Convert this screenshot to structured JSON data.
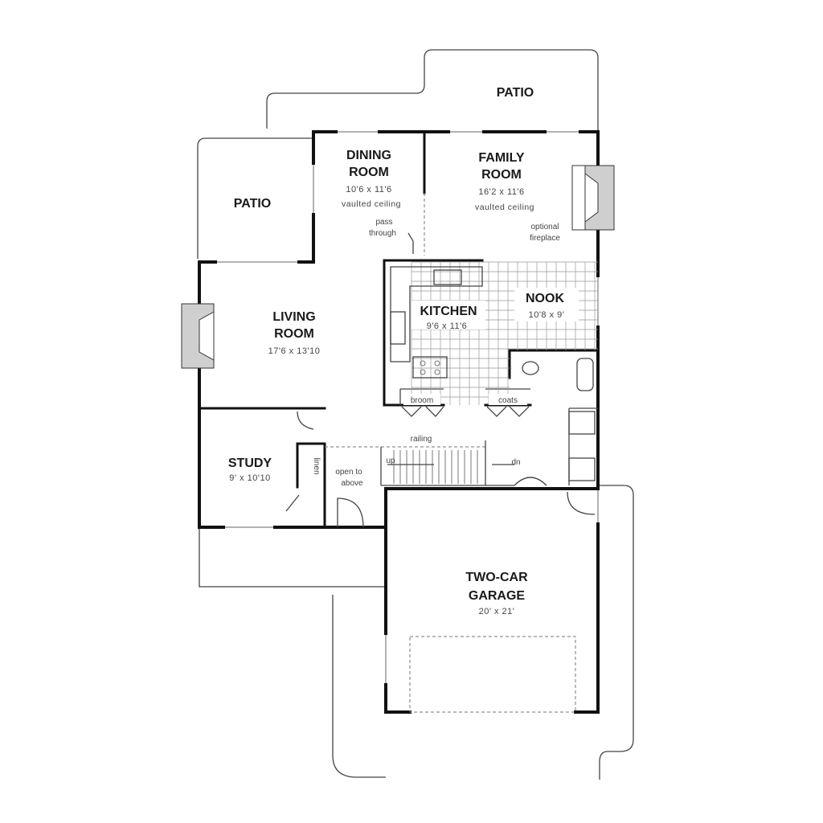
{
  "rooms": {
    "patio_top": {
      "name": "PATIO"
    },
    "patio_left": {
      "name": "PATIO"
    },
    "dining": {
      "name_line1": "DINING",
      "name_line2": "ROOM",
      "dims": "10'6 x 11'6",
      "note": "vaulted ceiling"
    },
    "family": {
      "name_line1": "FAMILY",
      "name_line2": "ROOM",
      "dims": "16'2 x 11'6",
      "note": "vaulted ceiling"
    },
    "living": {
      "name_line1": "LIVING",
      "name_line2": "ROOM",
      "dims": "17'6 x 13'10"
    },
    "kitchen": {
      "name": "KITCHEN",
      "dims": "9'6 x 11'6"
    },
    "nook": {
      "name": "NOOK",
      "dims": "10'8 x 9'"
    },
    "study": {
      "name": "STUDY",
      "dims": "9' x 10'10"
    },
    "garage": {
      "name_line1": "TWO-CAR",
      "name_line2": "GARAGE",
      "dims": "20' x 21'"
    }
  },
  "annotations": {
    "pass_line1": "pass",
    "pass_line2": "through",
    "fireplace_line1": "optional",
    "fireplace_line2": "fireplace",
    "broom": "broom",
    "coats": "coats",
    "railing": "railing",
    "open_line1": "open to",
    "open_line2": "above",
    "up": "up",
    "dn": "dn",
    "linen": "linen"
  }
}
